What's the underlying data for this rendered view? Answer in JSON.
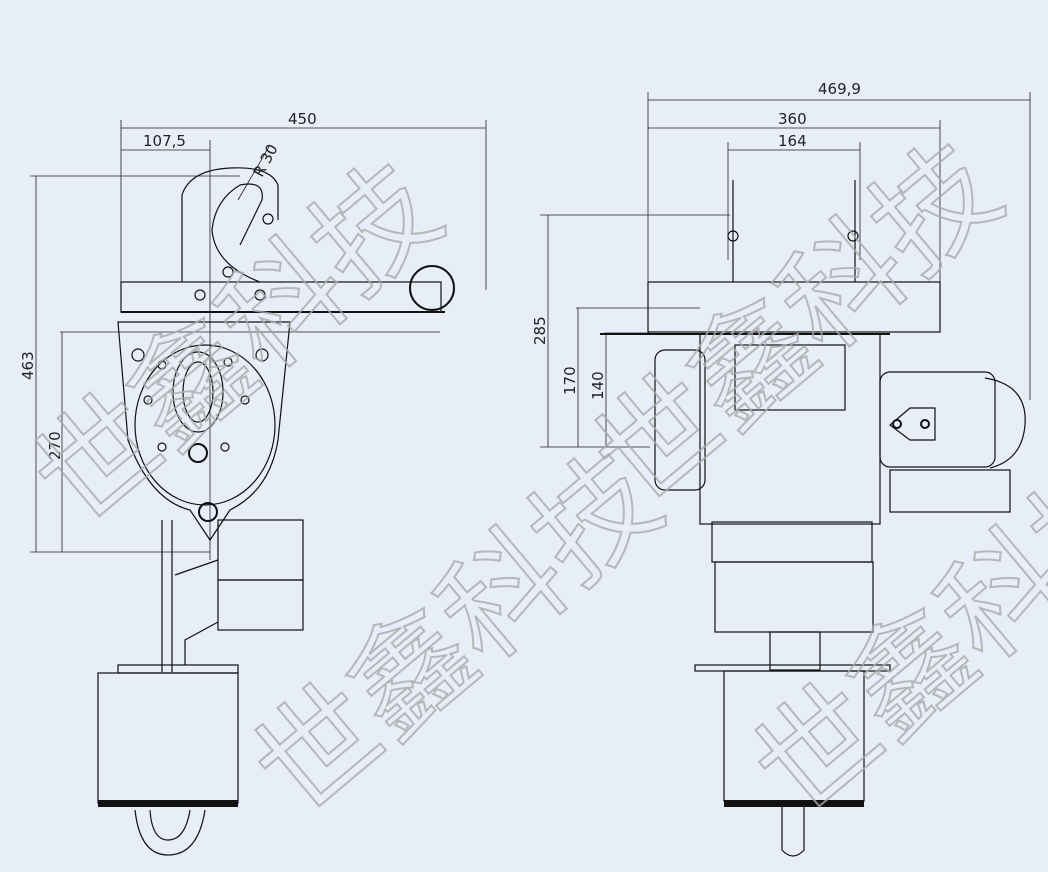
{
  "watermark": "世鑫科技",
  "left_view": {
    "dimensions": {
      "overall_width": "450",
      "offset": "107,5",
      "radius": "R 30",
      "overall_height": "463",
      "lower_height": "270"
    }
  },
  "right_view": {
    "dimensions": {
      "overall_width": "469,9",
      "frame_width": "360",
      "mount_width": "164",
      "height": "285",
      "height_mid": "170",
      "height_low": "140"
    }
  },
  "colors": {
    "background": "#e7eef8",
    "line": "#111111",
    "watermark": "#aaaaaa"
  }
}
